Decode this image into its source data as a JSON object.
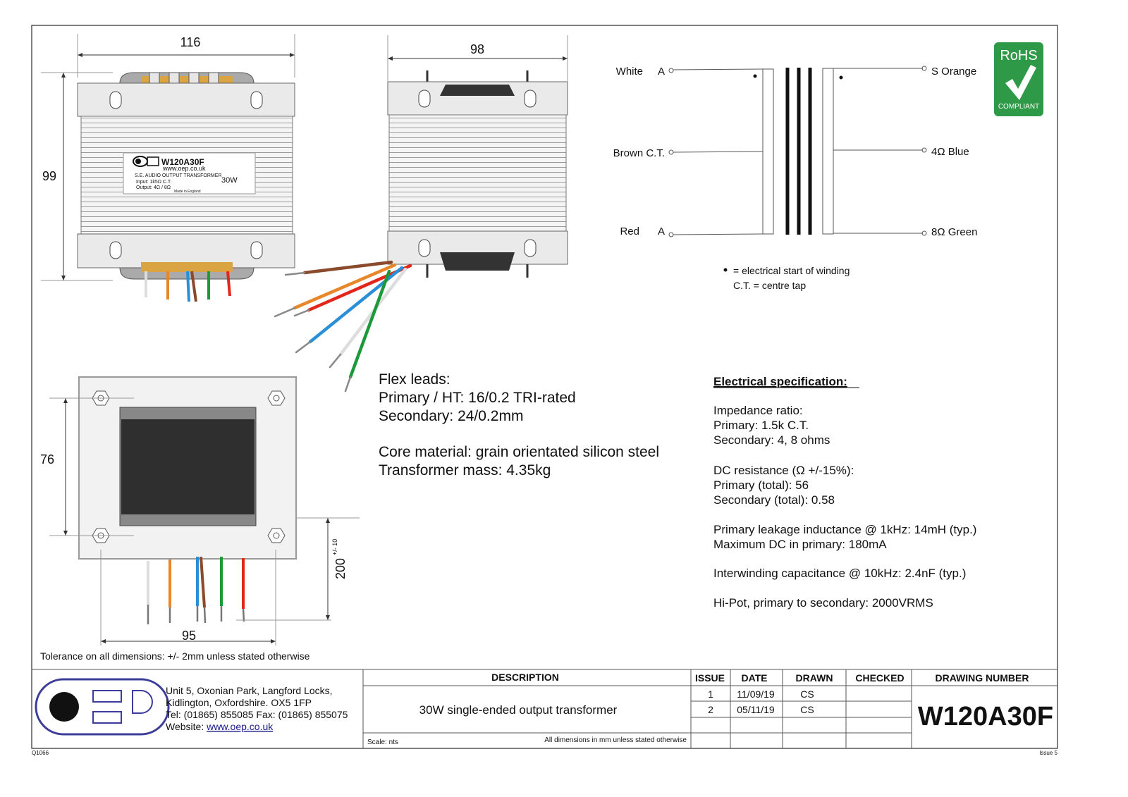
{
  "dimensions": {
    "width_front": "116",
    "height_front": "99",
    "depth_side": "98",
    "width_base": "95",
    "depth_base": "76",
    "lead_length": "200",
    "lead_tolerance": "+/- 10"
  },
  "nameplate": {
    "part": "W120A30F",
    "website": "www.oep.co.uk",
    "type": "S.E. AUDIO OUTPUT TRANSFORMER",
    "input": "Input: 1k5Ω  C.T.",
    "output": "Output: 4Ω / 8Ω",
    "made_in": "Made in England",
    "power": "30W"
  },
  "schematic": {
    "primary": [
      {
        "color": "White",
        "tag": "A"
      },
      {
        "color": "Brown C.T.",
        "tag": ""
      },
      {
        "color": "Red",
        "tag": "A"
      }
    ],
    "secondary": [
      {
        "label": "S  Orange"
      },
      {
        "label": "4Ω Blue"
      },
      {
        "label": "8Ω Green"
      }
    ],
    "legend_dot": "= electrical start of winding",
    "legend_ct": "C.T. = centre tap"
  },
  "rohs": {
    "title": "RoHS",
    "subtitle": "COMPLIANT",
    "color": "#2e9a48"
  },
  "flex_leads": [
    "Flex leads:",
    "Primary / HT: 16/0.2 TRI-rated",
    "Secondary: 24/0.2mm",
    "",
    "Core material: grain orientated silicon steel",
    "Transformer mass: 4.35kg"
  ],
  "electrical": {
    "heading": "Electrical specification:",
    "lines": [
      "Impedance ratio:",
      "Primary: 1.5k C.T.",
      "Secondary: 4, 8 ohms",
      "DC resistance (Ω +/-15%):",
      "Primary (total): 56",
      "Secondary (total): 0.58",
      "Primary leakage inductance @ 1kHz: 14mH (typ.)",
      "Maximum DC in primary: 180mA",
      "Interwinding capacitance @ 10kHz: 2.4nF (typ.)",
      "Hi-Pot, primary to secondary: 2000VRMS"
    ]
  },
  "lead_colors": {
    "white": "#e8e8e8",
    "brown": "#8b4a2b",
    "orange": "#e8862a",
    "red": "#e3261c",
    "blue": "#2a8fd6",
    "green": "#1c9a3a"
  },
  "tolerance_note": "Tolerance on all dimensions: +/- 2mm unless stated otherwise",
  "title_block": {
    "company_address": [
      "Unit 5, Oxonian Park, Langford Locks,",
      "Kidlington, Oxfordshire.  OX5 1FP",
      "Tel: (01865) 855085 Fax: (01865) 855075"
    ],
    "website_label": "Website: ",
    "website": "www.oep.co.uk",
    "description_header": "DESCRIPTION",
    "description": "30W single-ended output transformer",
    "scale": "Scale: nts",
    "units_note": "All dimensions in mm unless stated otherwise",
    "headers": {
      "issue": "ISSUE",
      "date": "DATE",
      "drawn": "DRAWN",
      "checked": "CHECKED",
      "drawing_number": "DRAWING NUMBER"
    },
    "rows": [
      {
        "issue": "1",
        "date": "11/09/19",
        "drawn": "CS",
        "checked": ""
      },
      {
        "issue": "2",
        "date": "05/11/19",
        "drawn": "CS",
        "checked": ""
      }
    ],
    "drawing_number": "W120A30F",
    "form_ref": "Q1066",
    "sheet_issue": "Issue 5"
  }
}
